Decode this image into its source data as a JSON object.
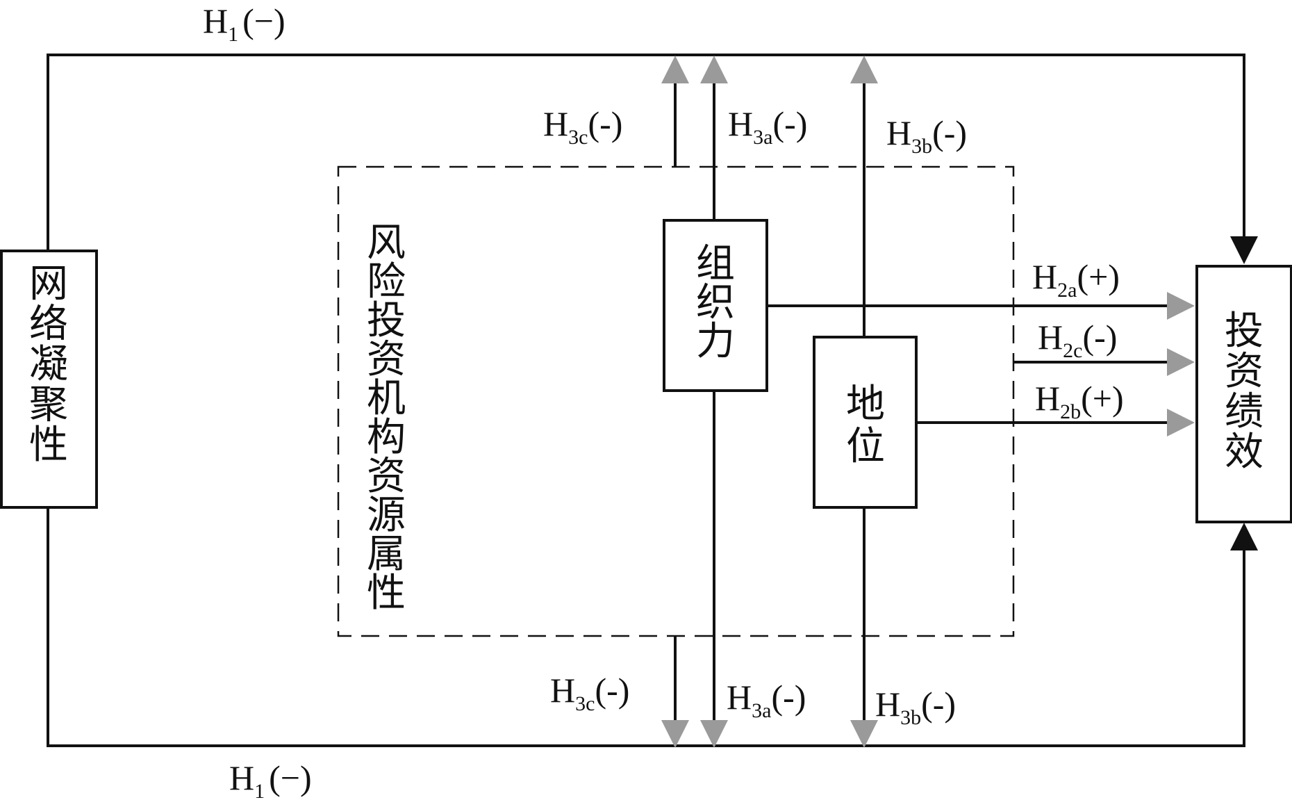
{
  "nodes": {
    "network_cohesion": "网络凝聚性",
    "vc_resource_attributes": "风险投资机构资源属性",
    "organizing_power": "组织力",
    "status": "地位",
    "investment_performance": "投资绩效"
  },
  "hypotheses": {
    "h1_top": {
      "base": "H",
      "sub": "1",
      "sign": "(−)"
    },
    "h1_bottom": {
      "base": "H",
      "sub": "1",
      "sign": "(−)"
    },
    "h3c_top": {
      "base": "H",
      "sub": "3c",
      "sign": "(-)"
    },
    "h3a_top": {
      "base": "H",
      "sub": "3a",
      "sign": "(-)"
    },
    "h3b_top": {
      "base": "H",
      "sub": "3b",
      "sign": "(-)"
    },
    "h3c_bottom": {
      "base": "H",
      "sub": "3c",
      "sign": "(-)"
    },
    "h3a_bottom": {
      "base": "H",
      "sub": "3a",
      "sign": "(-)"
    },
    "h3b_bottom": {
      "base": "H",
      "sub": "3b",
      "sign": "(-)"
    },
    "h2a": {
      "base": "H",
      "sub": "2a",
      "sign": "(+)"
    },
    "h2c": {
      "base": "H",
      "sub": "2c",
      "sign": "(-)"
    },
    "h2b": {
      "base": "H",
      "sub": "2b",
      "sign": "(+)"
    }
  },
  "colors": {
    "line": "#111111",
    "arrow_gray": "#9a9a9a"
  }
}
